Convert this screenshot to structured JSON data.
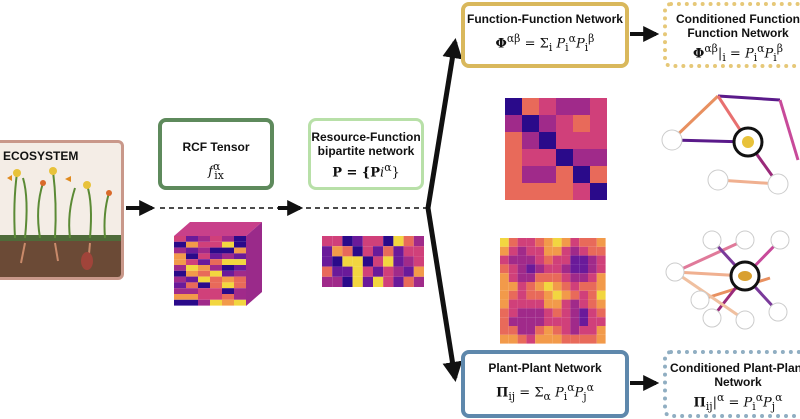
{
  "ecosystem": {
    "title": "ECOSYSTEM"
  },
  "rcf_tensor": {
    "title": "RCF Tensor",
    "formula_main": "f",
    "formula_sub": "ix",
    "formula_sup": "α"
  },
  "rf_network": {
    "title_line1": "Resource-Function",
    "title_line2": "bipartite network",
    "formula": "P = {P",
    "formula_sub": "i",
    "formula_sup": "α",
    "formula_end": "}"
  },
  "ff_network": {
    "title": "Function-Function Network",
    "formula": "Φ^{αβ} = Σ_i P_i^α P_i^β"
  },
  "cond_function": {
    "title_line1": "Conditioned Function",
    "title_line2": "Function Network",
    "formula": "Φ^{αβ}|_i = P_i^α P_i^β"
  },
  "pp_network": {
    "title": "Plant-Plant Network",
    "formula": "Π_{ij} = Σ_α P_i^α P_j^α"
  },
  "cond_plant": {
    "title_line1": "Conditioned Plant-Plant",
    "title_line2": "Network",
    "formula": "Π_{ij}|^α = P_i^α P_j^α"
  },
  "colors": {
    "accent_green": "#5e8a5c",
    "light_green": "#b8e0a8",
    "gold": "#d9b85c",
    "blue": "#5e88ac",
    "heat_low": "#2a0a8a",
    "heat_high": "#f2d640"
  }
}
